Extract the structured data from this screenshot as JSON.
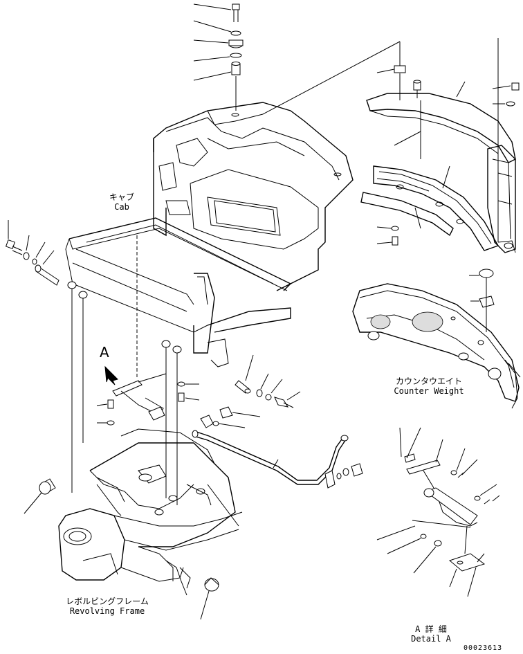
{
  "labels": {
    "cab_jp": "キャブ",
    "cab_en": "Cab",
    "counterweight_jp": "カウンタウエイト",
    "counterweight_en": "Counter Weight",
    "revolving_jp": "レボルビングフレーム",
    "revolving_en": "Revolving Frame",
    "detail_jp": "A 詳 細",
    "detail_en": "Detail A",
    "view_marker": "A",
    "drawing_number": "00023613"
  }
}
